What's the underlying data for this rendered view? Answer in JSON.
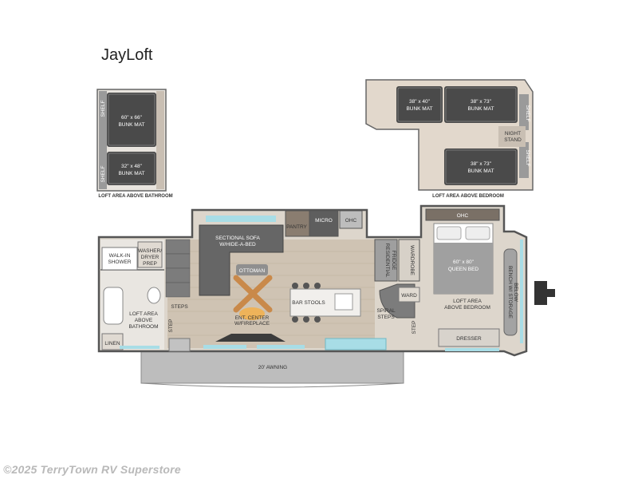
{
  "title": "JayLoft",
  "watermark": "©2025 TerryTown RV Superstore",
  "loft_left": {
    "bunk_top": [
      "60\" x 66\"",
      "BUNK MAT"
    ],
    "bunk_bottom": [
      "32\" x 48\"",
      "BUNK MAT"
    ],
    "shelf_top": "SHELF",
    "shelf_bottom": "SHELF",
    "caption": "LOFT AREA ABOVE BATHROOM"
  },
  "loft_right": {
    "bunk_a": [
      "38\" x 40\"",
      "BUNK MAT"
    ],
    "bunk_b": [
      "38\" x 73\"",
      "BUNK MAT"
    ],
    "bunk_c": [
      "38\" x 73\"",
      "BUNK MAT"
    ],
    "shelf_top": "SHELF",
    "shelf_bottom": "SHELF",
    "nightstand": [
      "NIGHT",
      "STAND"
    ],
    "caption": "LOFT AREA ABOVE BEDROOM"
  },
  "main": {
    "walkin_shower": [
      "WALK-IN",
      "SHOWER"
    ],
    "washer_dryer": [
      "WASHER/",
      "DRYER",
      "PREP"
    ],
    "steps_left": "STEPS",
    "step_left": "STEP",
    "loft_bath": [
      "LOFT AREA",
      "ABOVE",
      "BATHROOM"
    ],
    "linen": "LINEN",
    "sofa": [
      "SECTIONAL SOFA",
      "W/HIDE-A-BED"
    ],
    "ottoman": "OTTOMAN",
    "pantry": "PANTRY",
    "micro": "MICRO",
    "ohc_kitchen": "OHC",
    "bar_stools": "BAR STOOLS",
    "ent_center": [
      "ENT. CENTER",
      "W/FIREPLACE"
    ],
    "res_fridge": [
      "RESIDENTIAL",
      "FRIDGE"
    ],
    "wardrobe": "WARDROBE",
    "ward": "WARD",
    "spiral_steps": [
      "SPIRAL",
      "STEPS"
    ],
    "step_right": "STEP",
    "ohc_bed": "OHC",
    "queen_bed": [
      "60\" x 80\"",
      "QUEEN BED"
    ],
    "loft_bed": [
      "LOFT AREA",
      "ABOVE BEDROOM"
    ],
    "bench": [
      "BENCH W/ STORAGE",
      "BELOW"
    ],
    "dresser": "DRESSER",
    "awning": "20' AWNING"
  }
}
